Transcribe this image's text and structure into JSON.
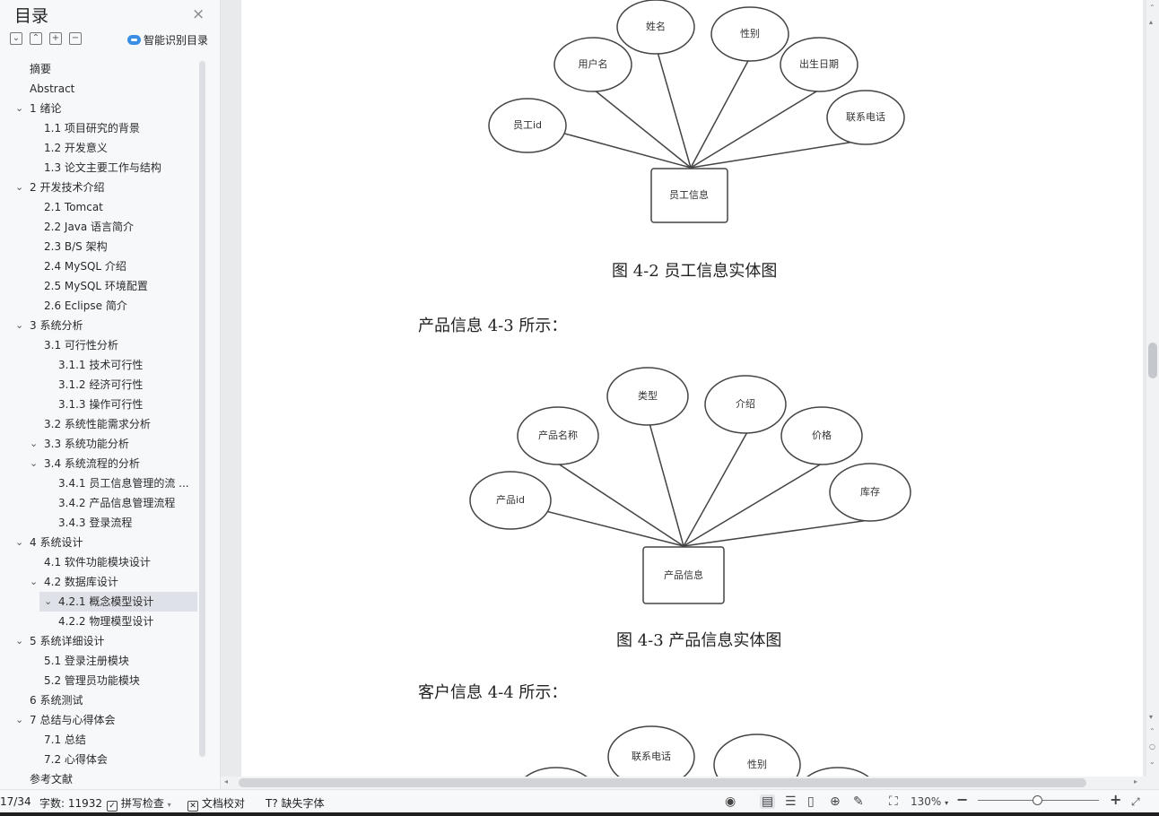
{
  "sidebar": {
    "title": "目录",
    "close_icon": "×",
    "smart_label": "智能识别目录",
    "toc": [
      {
        "label": "摘要"
      },
      {
        "label": "Abstract"
      },
      {
        "label": "1 绪论",
        "expanded": true
      },
      {
        "label": "1.1 项目研究的背景"
      },
      {
        "label": "1.2 开发意义"
      },
      {
        "label": "1.3 论文主要工作与结构"
      },
      {
        "label": "2 开发技术介绍",
        "expanded": true
      },
      {
        "label": "2.1 Tomcat"
      },
      {
        "label": "2.2 Java 语言简介"
      },
      {
        "label": "2.3 B/S 架构"
      },
      {
        "label": "2.4 MySQL  介绍"
      },
      {
        "label": "2.5 MySQL 环境配置"
      },
      {
        "label": "2.6 Eclipse 简介"
      },
      {
        "label": "3 系统分析",
        "expanded": true
      },
      {
        "label": "3.1 可行性分析"
      },
      {
        "label": "3.1.1 技术可行性"
      },
      {
        "label": "3.1.2 经济可行性"
      },
      {
        "label": "3.1.3 操作可行性"
      },
      {
        "label": "3.2 系统性能需求分析"
      },
      {
        "label": "3.3 系统功能分析",
        "expanded": true
      },
      {
        "label": "3.4 系统流程的分析",
        "expanded": true
      },
      {
        "label": "3.4.1  员工信息管理的流 ..."
      },
      {
        "label": "3.4.2 产品信息管理流程"
      },
      {
        "label": "3.4.3  登录流程"
      },
      {
        "label": "4 系统设计",
        "expanded": true
      },
      {
        "label": "4.1  软件功能模块设计"
      },
      {
        "label": "4.2 数据库设计",
        "expanded": true
      },
      {
        "label": "4.2.1 概念模型设计",
        "expanded": true,
        "selected": true
      },
      {
        "label": "4.2.2 物理模型设计"
      },
      {
        "label": "5 系统详细设计",
        "expanded": true
      },
      {
        "label": "5.1 登录注册模块"
      },
      {
        "label": "5.2 管理员功能模块"
      },
      {
        "label": "6 系统测试"
      },
      {
        "label": "7 总结与心得体会",
        "expanded": true
      },
      {
        "label": "7.1  总结"
      },
      {
        "label": "7.2  心得体会"
      },
      {
        "label": "参考文献"
      }
    ]
  },
  "document": {
    "diagram1": {
      "entity": "员工信息",
      "attributes": [
        "员工id",
        "用户名",
        "姓名",
        "性别",
        "出生日期",
        "联系电话"
      ]
    },
    "caption1": "图 4-2 员工信息实体图",
    "para1": "产品信息 4-3 所示：",
    "diagram2": {
      "entity": "产品信息",
      "attributes": [
        "产品id",
        "产品名称",
        "类型",
        "介绍",
        "价格",
        "库存"
      ]
    },
    "caption2": "图 4-3 产品信息实体图",
    "para2": "客户信息 4-4 所示：",
    "diagram3": {
      "attributes": [
        "联系电话",
        "性别"
      ]
    }
  },
  "status": {
    "page": "17/34",
    "word_count": "字数: 11932",
    "spell_check": "拼写检查",
    "proofread": "文档校对",
    "missing_font": "缺失字体",
    "zoom": "130%",
    "zoom_level_fraction": 0.49
  }
}
